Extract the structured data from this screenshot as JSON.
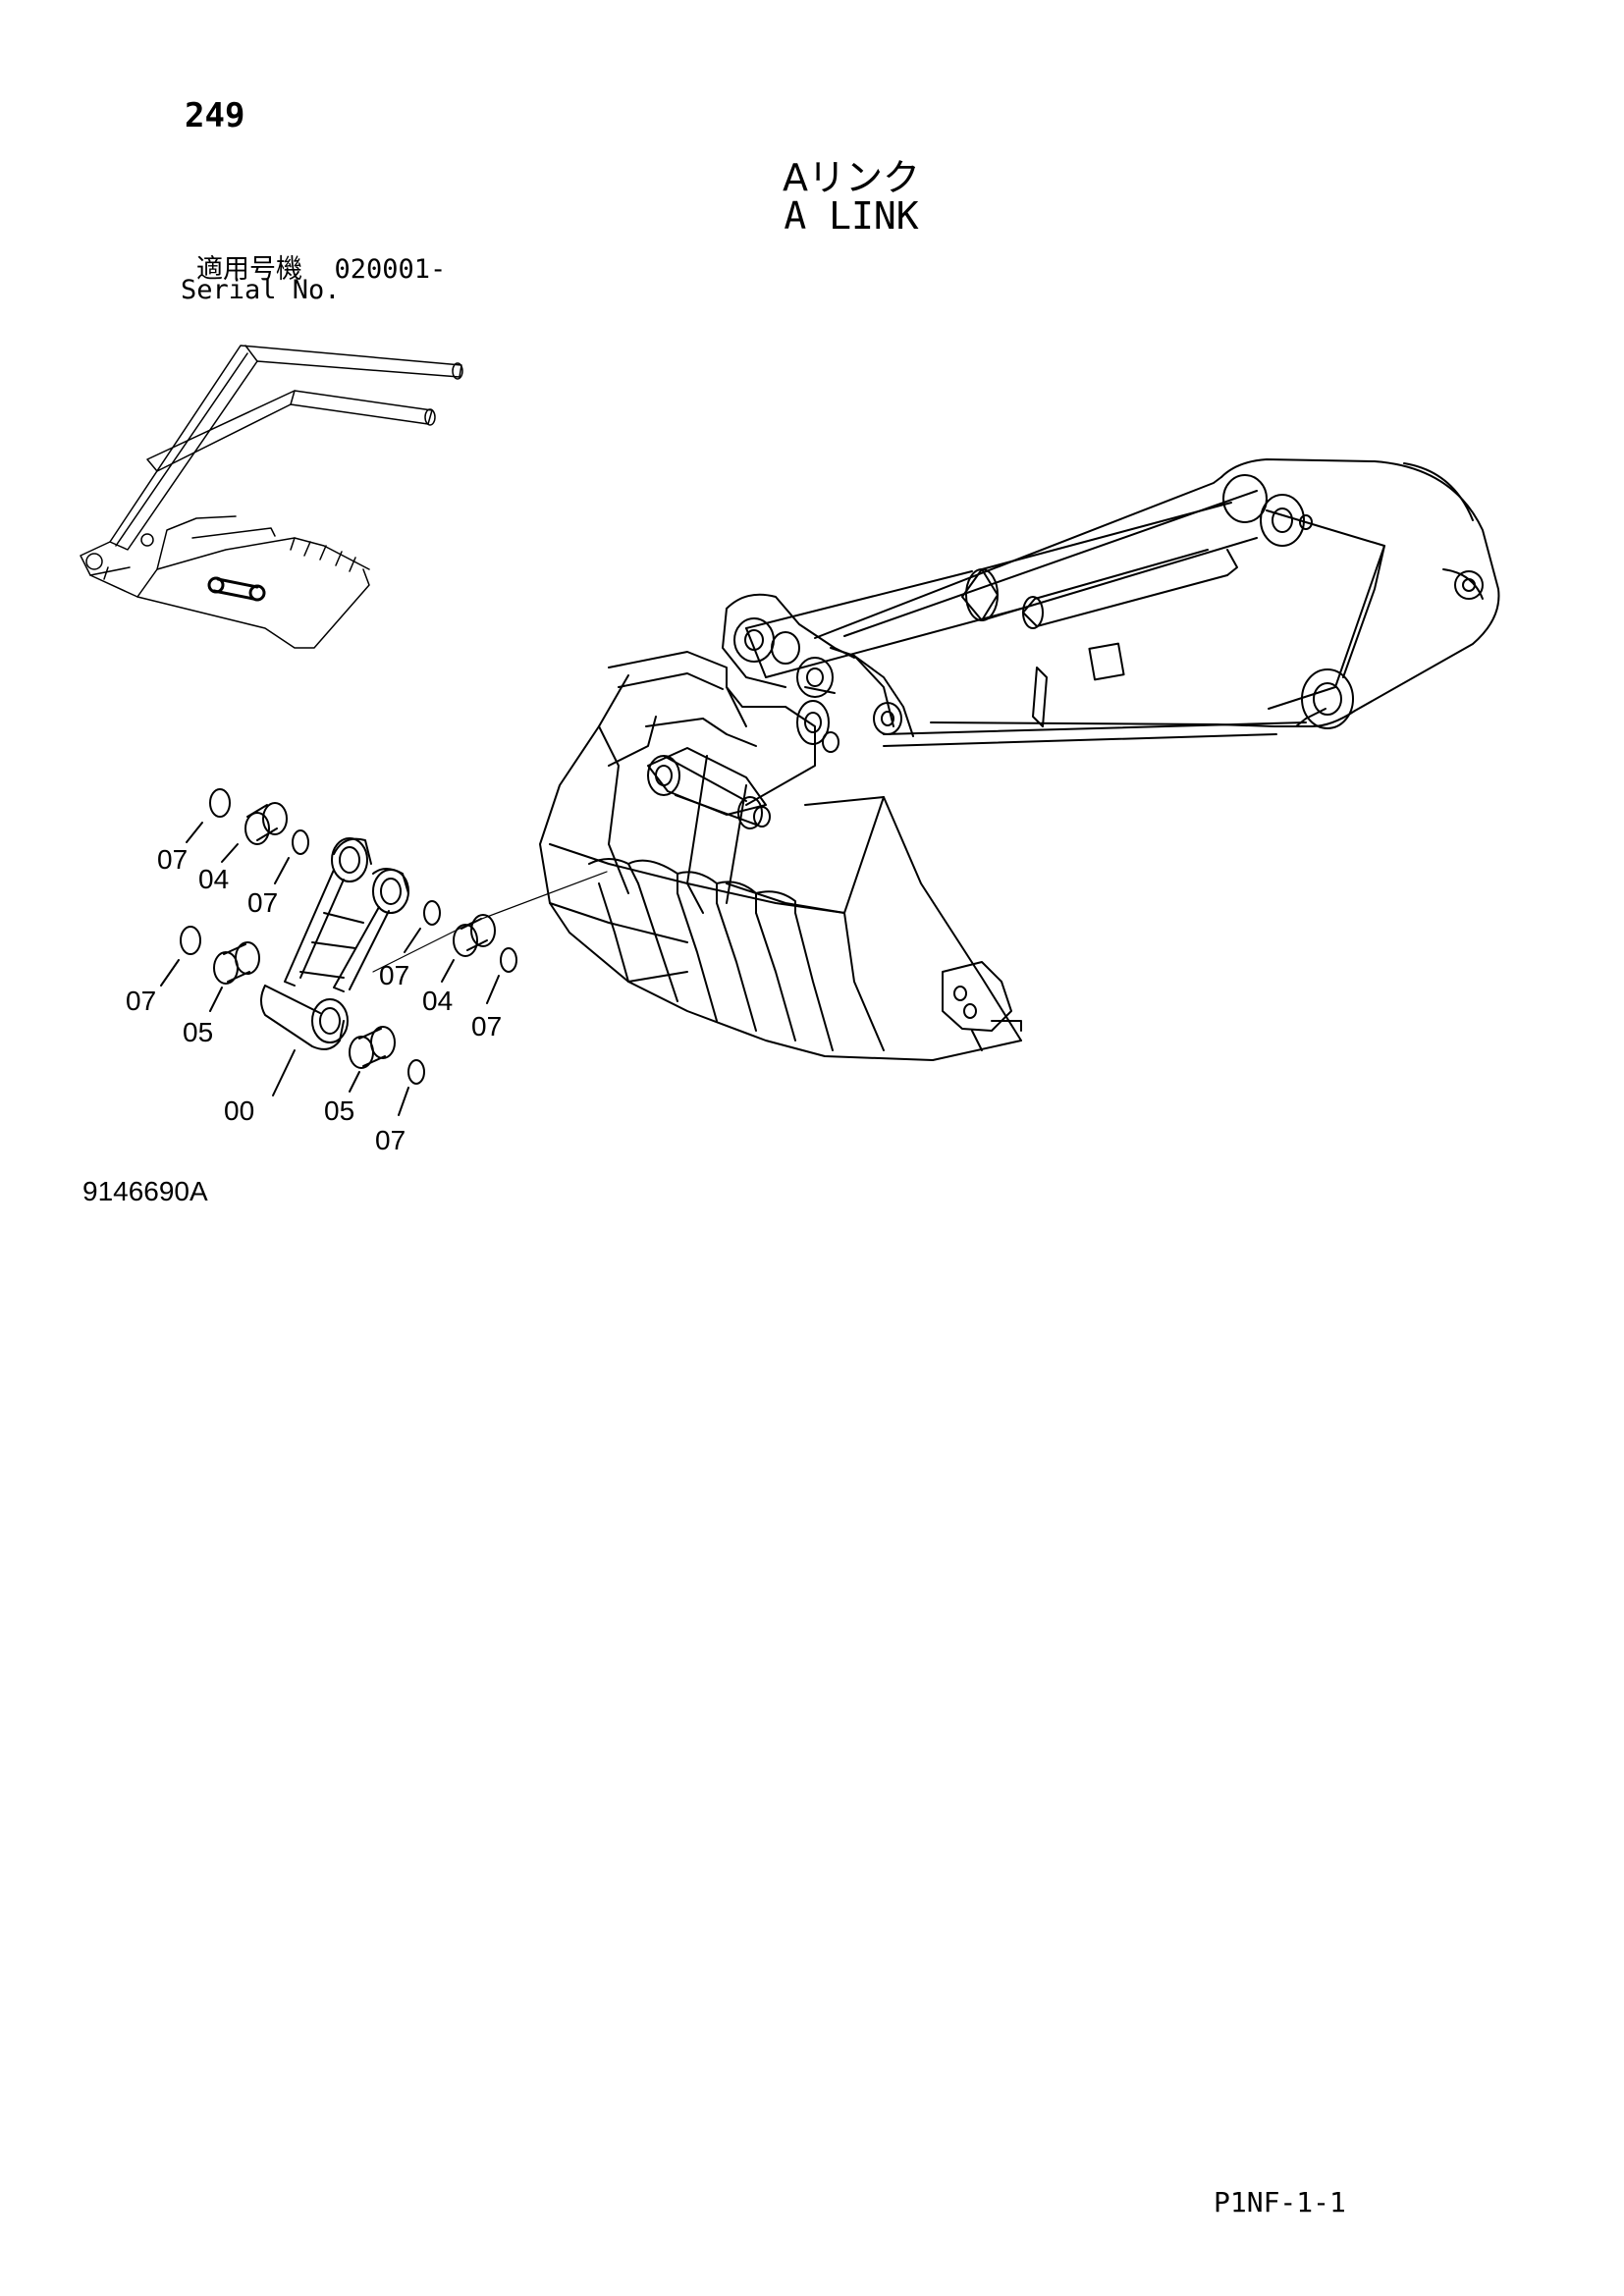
{
  "page_number": "249",
  "title_jp": "Aリンク",
  "title_en": "A LINK",
  "serial_label_jp": "適用号機",
  "serial_value": "020001-",
  "serial_label_en": "Serial No.",
  "figure_id": "9146690A",
  "page_ref": "P1NF-1-1",
  "callouts": {
    "c1": "07",
    "c2": "04",
    "c3": "07",
    "c4": "07",
    "c5": "04",
    "c6": "07",
    "c7": "07",
    "c8": "05",
    "c9": "00",
    "c10": "05",
    "c11": "07"
  }
}
